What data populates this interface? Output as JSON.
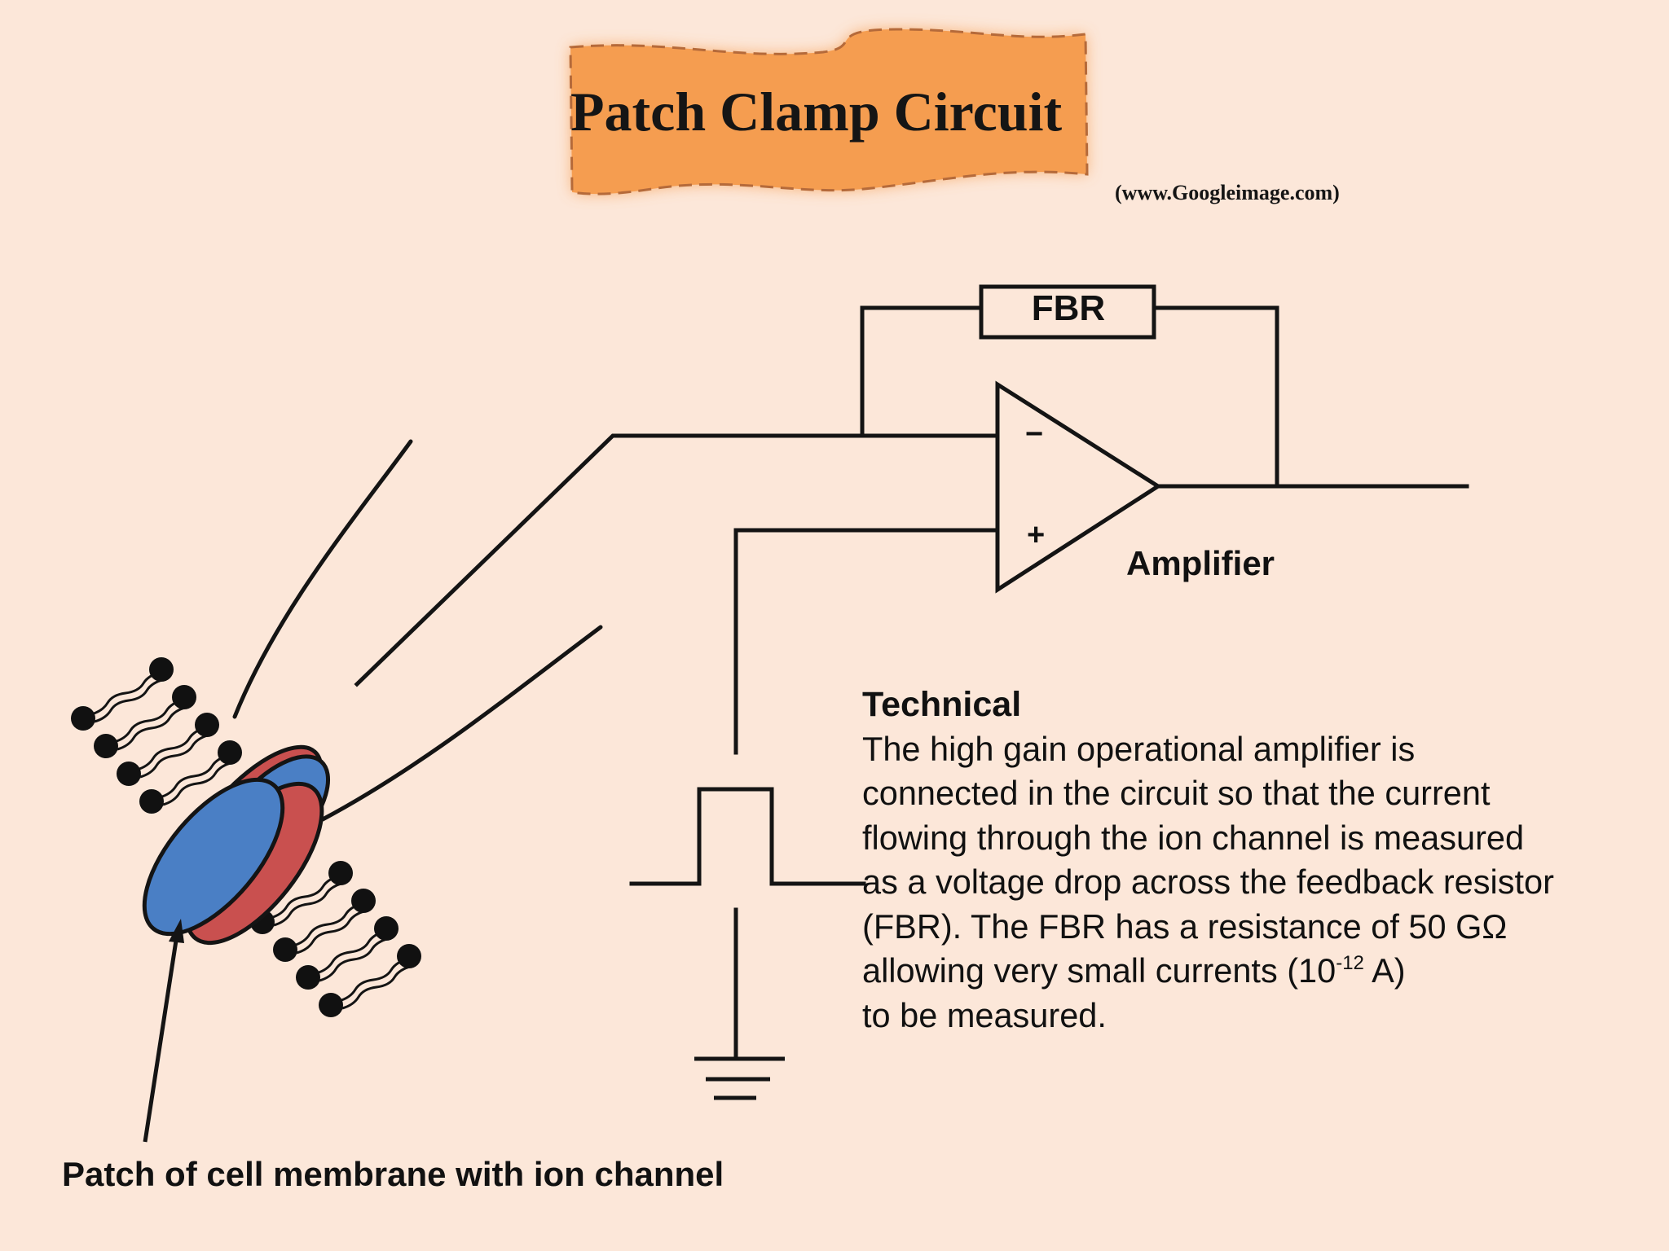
{
  "title": "Patch Clamp Circuit",
  "source": "(www.Googleimage.com)",
  "colors": {
    "background": "#fce7d9",
    "banner": "#f59d50",
    "channel_red": "#c9504f",
    "channel_blue": "#4a7fc5",
    "lines": "#141414"
  },
  "circuit": {
    "fbr_label": "FBR",
    "minus_sign": "−",
    "plus_sign": "+",
    "amplifier_label": "Amplifier"
  },
  "technical": {
    "heading": "Technical",
    "lines": [
      "The high gain operational amplifier is",
      "connected in the circuit so that the current",
      "flowing through the ion channel is measured",
      "as a voltage drop across the feedback resistor",
      "(FBR).  The FBR has a resistance of 50 GΩ"
    ],
    "line6_prefix": "allowing very small currents (10",
    "line6_sup": "-12",
    "line6_suffix": " A)",
    "line7": "to be measured."
  },
  "membrane_label": "Patch of cell membrane with ion channel"
}
